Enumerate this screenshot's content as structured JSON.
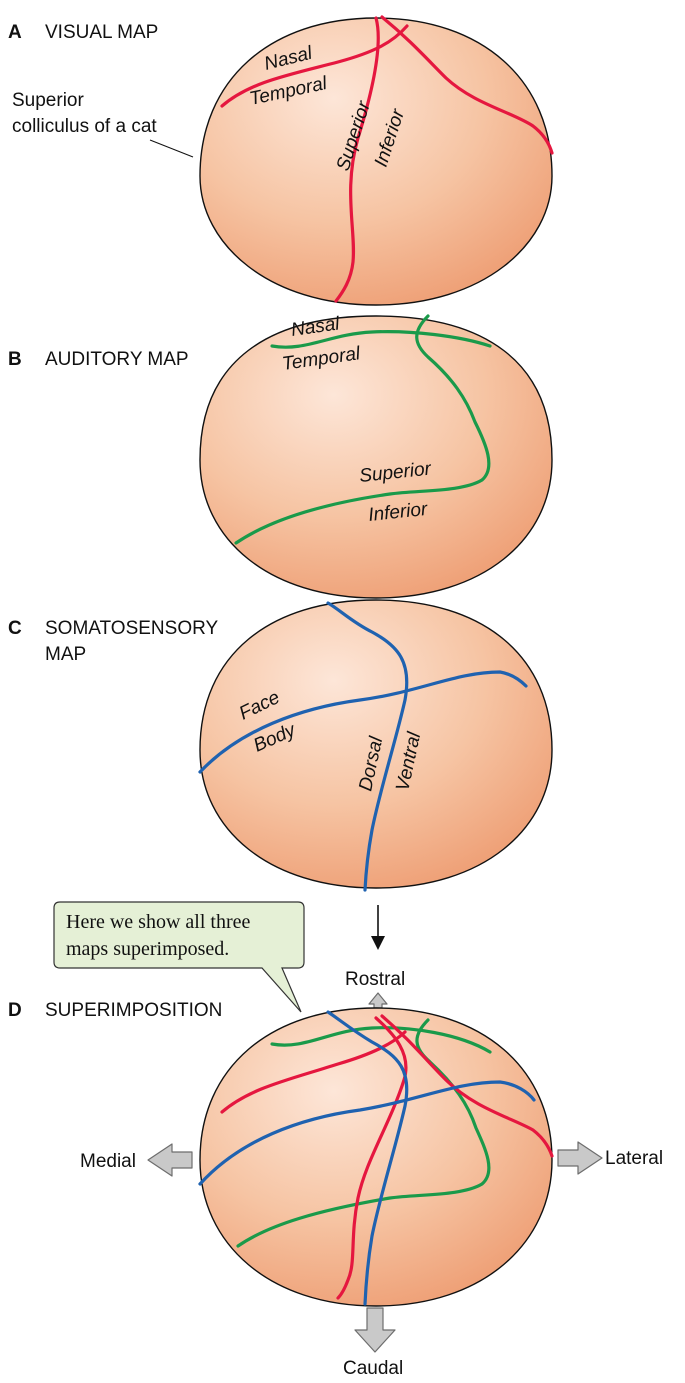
{
  "panels": {
    "a": {
      "letter": "A",
      "title": "VISUAL MAP",
      "callout_line1": "Superior",
      "callout_line2": "colliculus of a cat",
      "labels": {
        "nasal": "Nasal",
        "temporal": "Temporal",
        "superior": "Superior",
        "inferior": "Inferior"
      }
    },
    "b": {
      "letter": "B",
      "title": "AUDITORY MAP",
      "labels": {
        "nasal": "Nasal",
        "temporal": "Temporal",
        "superior": "Superior",
        "inferior": "Inferior"
      }
    },
    "c": {
      "letter": "C",
      "title_line1": "SOMATOSENSORY",
      "title_line2": "MAP",
      "labels": {
        "face": "Face",
        "body": "Body",
        "dorsal": "Dorsal",
        "ventral": "Ventral"
      }
    },
    "d": {
      "letter": "D",
      "title": "SUPERIMPOSITION",
      "directions": {
        "rostral": "Rostral",
        "caudal": "Caudal",
        "medial": "Medial",
        "lateral": "Lateral"
      }
    }
  },
  "callout": {
    "line1": "Here we show all three",
    "line2": "maps superimposed."
  },
  "colors": {
    "visual": "#e5173f",
    "auditory": "#1a9a4a",
    "somatosensory": "#1f62b0",
    "sphere": "#f6c4a3",
    "callout_bg": "#e5f0d6"
  }
}
